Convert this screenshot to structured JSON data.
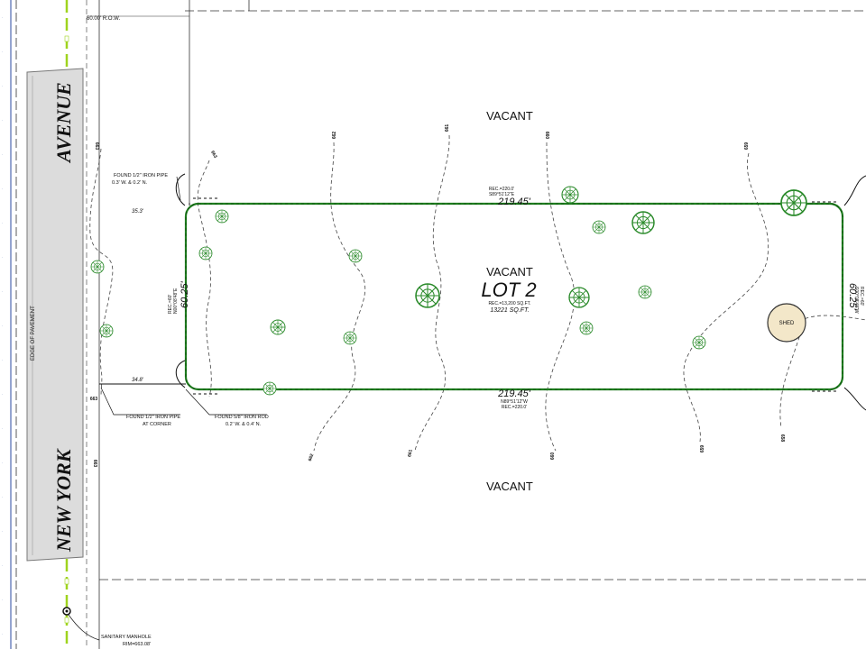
{
  "street": {
    "name_top": "AVENUE",
    "name_bottom": "NEW YORK",
    "row_label": "60.00' R.O.W.",
    "edge_label": "EDGE OF PAVEMENT"
  },
  "lot": {
    "title": "LOT 2",
    "area_rec": "REC.=13,200 SQ.FT.",
    "area": "13221 SQ.FT.",
    "north_length": "219.45'",
    "north_bearing": "S89°51'12\"E",
    "north_rec": "REC.=220.0'",
    "south_length": "219.45'",
    "south_bearing": "N89°51'12\"W",
    "south_rec": "REC.=220.0'",
    "west_length": "60.25'",
    "west_rec": "REC.=60'",
    "west_bearing": "N00°08'48\"E",
    "east_length": "60.25'",
    "east_bearing": "S00°08'48\"W",
    "east_rec": "REC.=60'",
    "setback_north": "35.3'",
    "setback_south": "34.8'"
  },
  "labels": {
    "vacant_north": "VACANT",
    "vacant_center": "VACANT",
    "vacant_south": "VACANT",
    "shed": "SHED"
  },
  "found": {
    "nw_title": "FOUND 1/2\" IRON PIPE",
    "nw_detail": "0.3' W. & 0.2' N.",
    "sw_title": "FOUND 1/2\" IRON PIPE",
    "sw_detail": "AT CORNER",
    "rod_title": "FOUND 5/8\" IRON ROD",
    "rod_detail": "0.2' W. & 0.4' N."
  },
  "manhole": {
    "title": "SANITARY MANHOLE",
    "rim": "RIM=663.08'"
  },
  "contours": [
    {
      "label": "663",
      "elevation": 663
    },
    {
      "label": "662",
      "elevation": 662
    },
    {
      "label": "661",
      "elevation": 661
    },
    {
      "label": "660",
      "elevation": 660
    },
    {
      "label": "659",
      "elevation": 659
    },
    {
      "label": "658",
      "elevation": 658
    }
  ],
  "colors": {
    "lot_line": "#1e7d1e",
    "tree": "#2a8a2a",
    "utility": "#9fd41e",
    "shed_fill": "#f3e7c9"
  }
}
